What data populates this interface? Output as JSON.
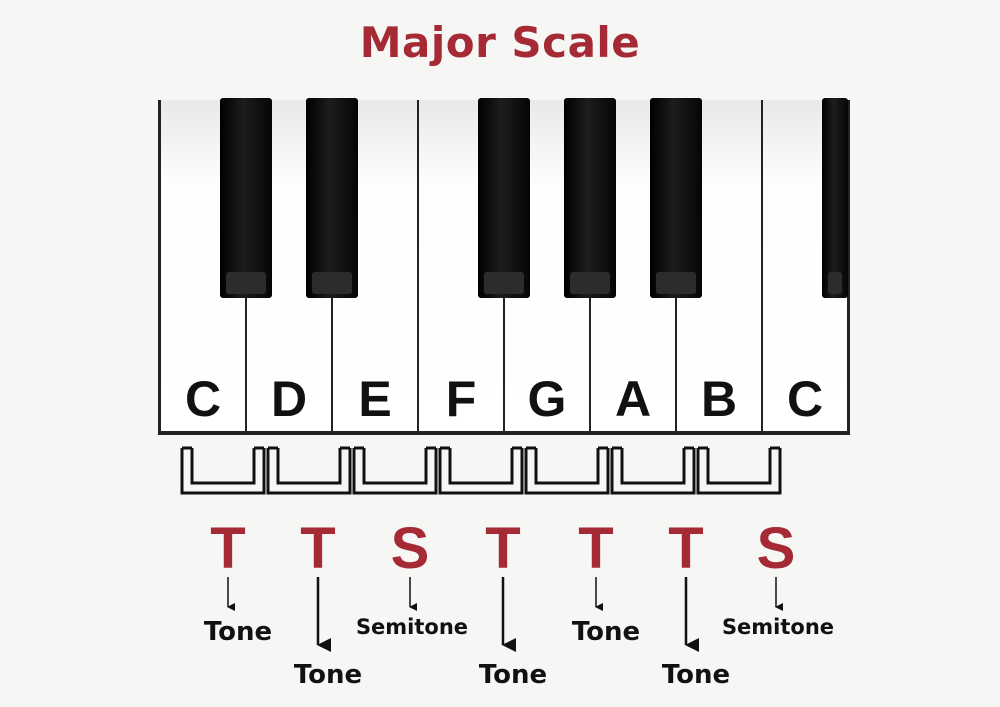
{
  "title": "Major Scale",
  "notes": [
    "C",
    "D",
    "E",
    "F",
    "G",
    "A",
    "B",
    "C"
  ],
  "steps": [
    {
      "letter": "T",
      "label": "Tone"
    },
    {
      "letter": "T",
      "label": "Tone"
    },
    {
      "letter": "S",
      "label": "Semitone"
    },
    {
      "letter": "T",
      "label": "Tone"
    },
    {
      "letter": "T",
      "label": "Tone"
    },
    {
      "letter": "T",
      "label": "Tone"
    },
    {
      "letter": "S",
      "label": "Semitone"
    }
  ],
  "colors": {
    "accent": "#a52a35",
    "background": "#f6f6f4"
  }
}
